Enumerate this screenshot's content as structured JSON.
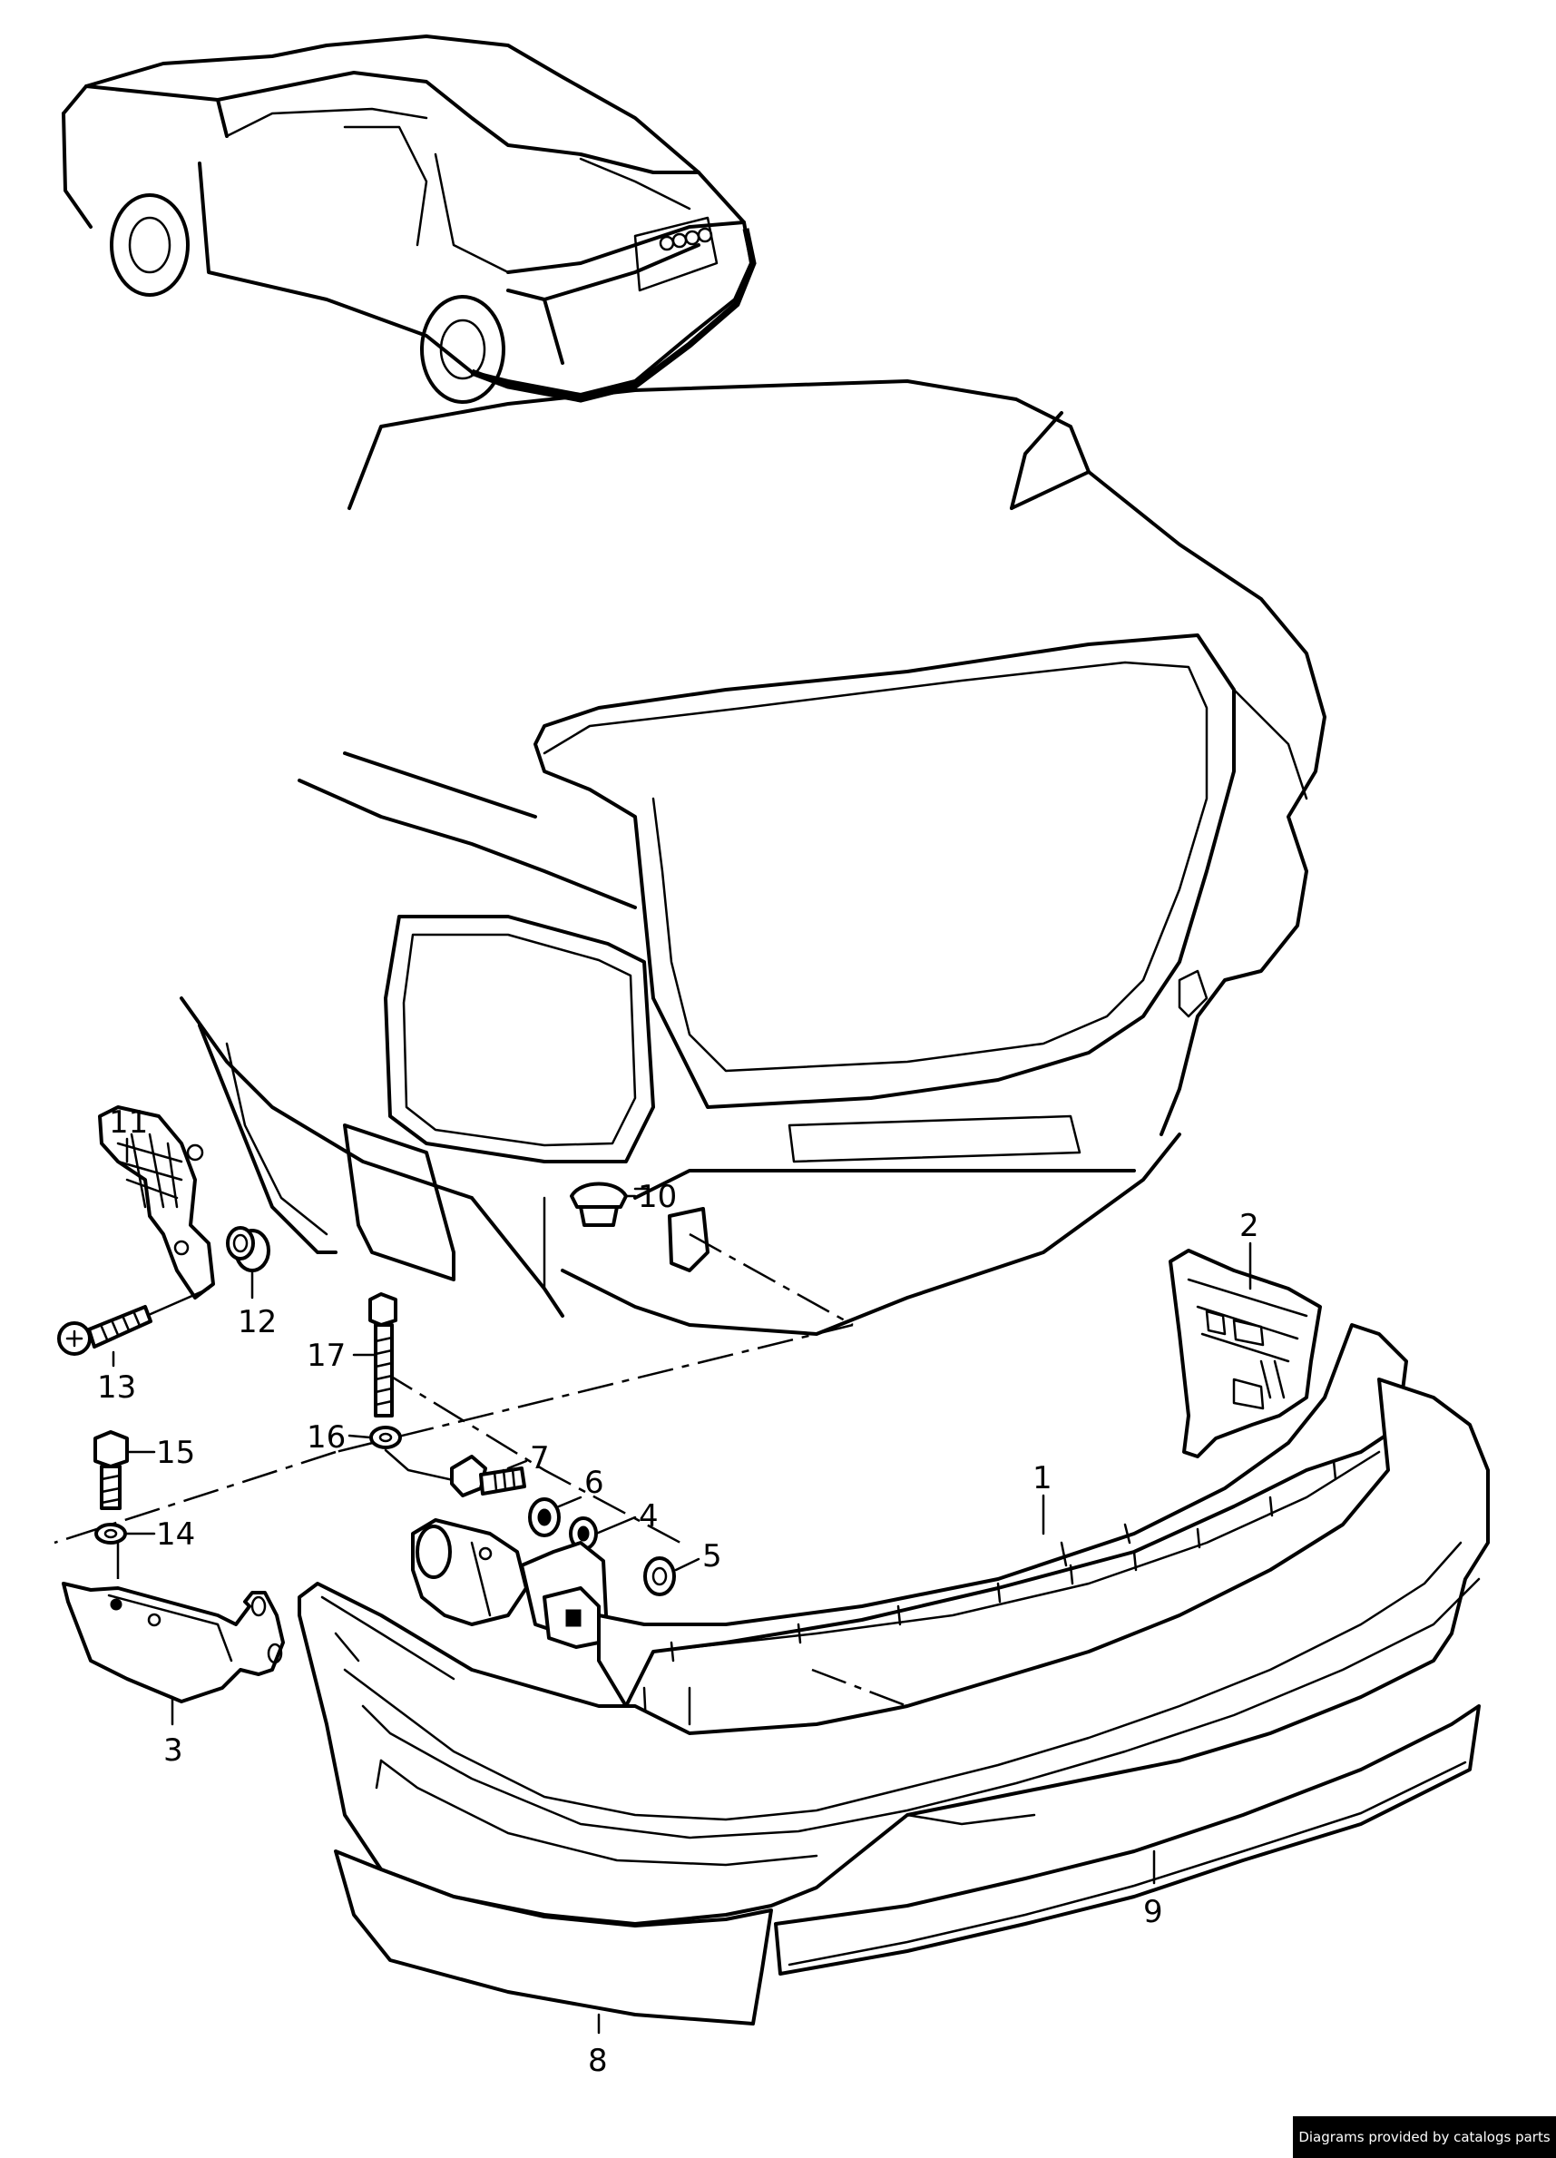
{
  "diagram": {
    "callouts": [
      {
        "id": "1",
        "label": "1"
      },
      {
        "id": "2",
        "label": "2"
      },
      {
        "id": "3",
        "label": "3"
      },
      {
        "id": "4",
        "label": "4"
      },
      {
        "id": "5",
        "label": "5"
      },
      {
        "id": "6",
        "label": "6"
      },
      {
        "id": "7",
        "label": "7"
      },
      {
        "id": "8",
        "label": "8"
      },
      {
        "id": "9",
        "label": "9"
      },
      {
        "id": "10",
        "label": "10"
      },
      {
        "id": "11",
        "label": "11"
      },
      {
        "id": "12",
        "label": "12"
      },
      {
        "id": "13",
        "label": "13"
      },
      {
        "id": "14",
        "label": "14"
      },
      {
        "id": "15",
        "label": "15"
      },
      {
        "id": "16",
        "label": "16"
      },
      {
        "id": "17",
        "label": "17"
      }
    ]
  },
  "footer": {
    "credit": "Diagrams provided by catalogs parts"
  }
}
